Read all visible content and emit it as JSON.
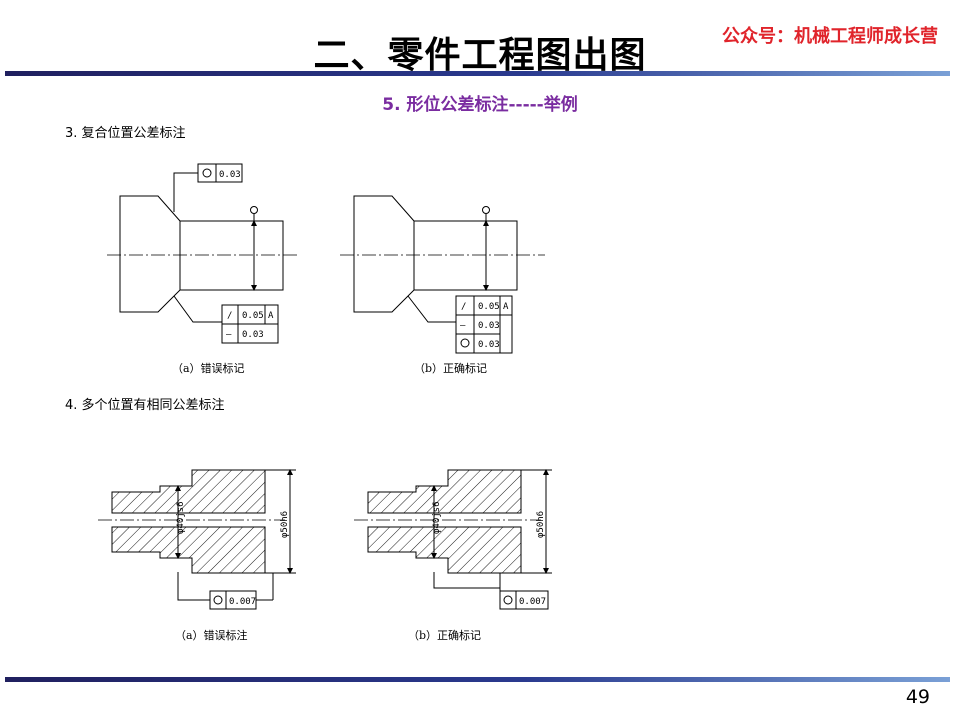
{
  "header": {
    "title": "二、零件工程图出图",
    "wechat": "公众号：机械工程师成长营",
    "subtitle": "5. 形位公差标注-----举例"
  },
  "sections": [
    {
      "heading": "3. 复合位置公差标注",
      "figure_a": {
        "caption": "（a）错误标记",
        "frame_top": {
          "symbol": "○",
          "value": "0.03"
        },
        "frame_bottom": [
          {
            "symbol": "/",
            "value": "0.05",
            "datum": "A"
          },
          {
            "symbol": "—",
            "value": "0.03"
          }
        ]
      },
      "figure_b": {
        "caption": "（b）正确标记",
        "frame": [
          {
            "symbol": "/",
            "value": "0.05",
            "datum": "A"
          },
          {
            "symbol": "—",
            "value": "0.03"
          },
          {
            "symbol": "○",
            "value": "0.03"
          }
        ]
      }
    },
    {
      "heading": "4. 多个位置有相同公差标注",
      "figure_a": {
        "caption": "（a）错误标注",
        "dim_small": "φ40js6",
        "dim_large": "φ50h6",
        "frame": {
          "symbol": "○",
          "value": "0.007"
        }
      },
      "figure_b": {
        "caption": "（b）正确标记",
        "dim_small": "φ40js6",
        "dim_large": "φ50h6",
        "frame": {
          "symbol": "○",
          "value": "0.007"
        }
      }
    }
  ],
  "page_number": "49",
  "colors": {
    "title_bar": "#2a3a8f",
    "wechat": "#e0242b",
    "subtitle": "#7a2ca0"
  }
}
